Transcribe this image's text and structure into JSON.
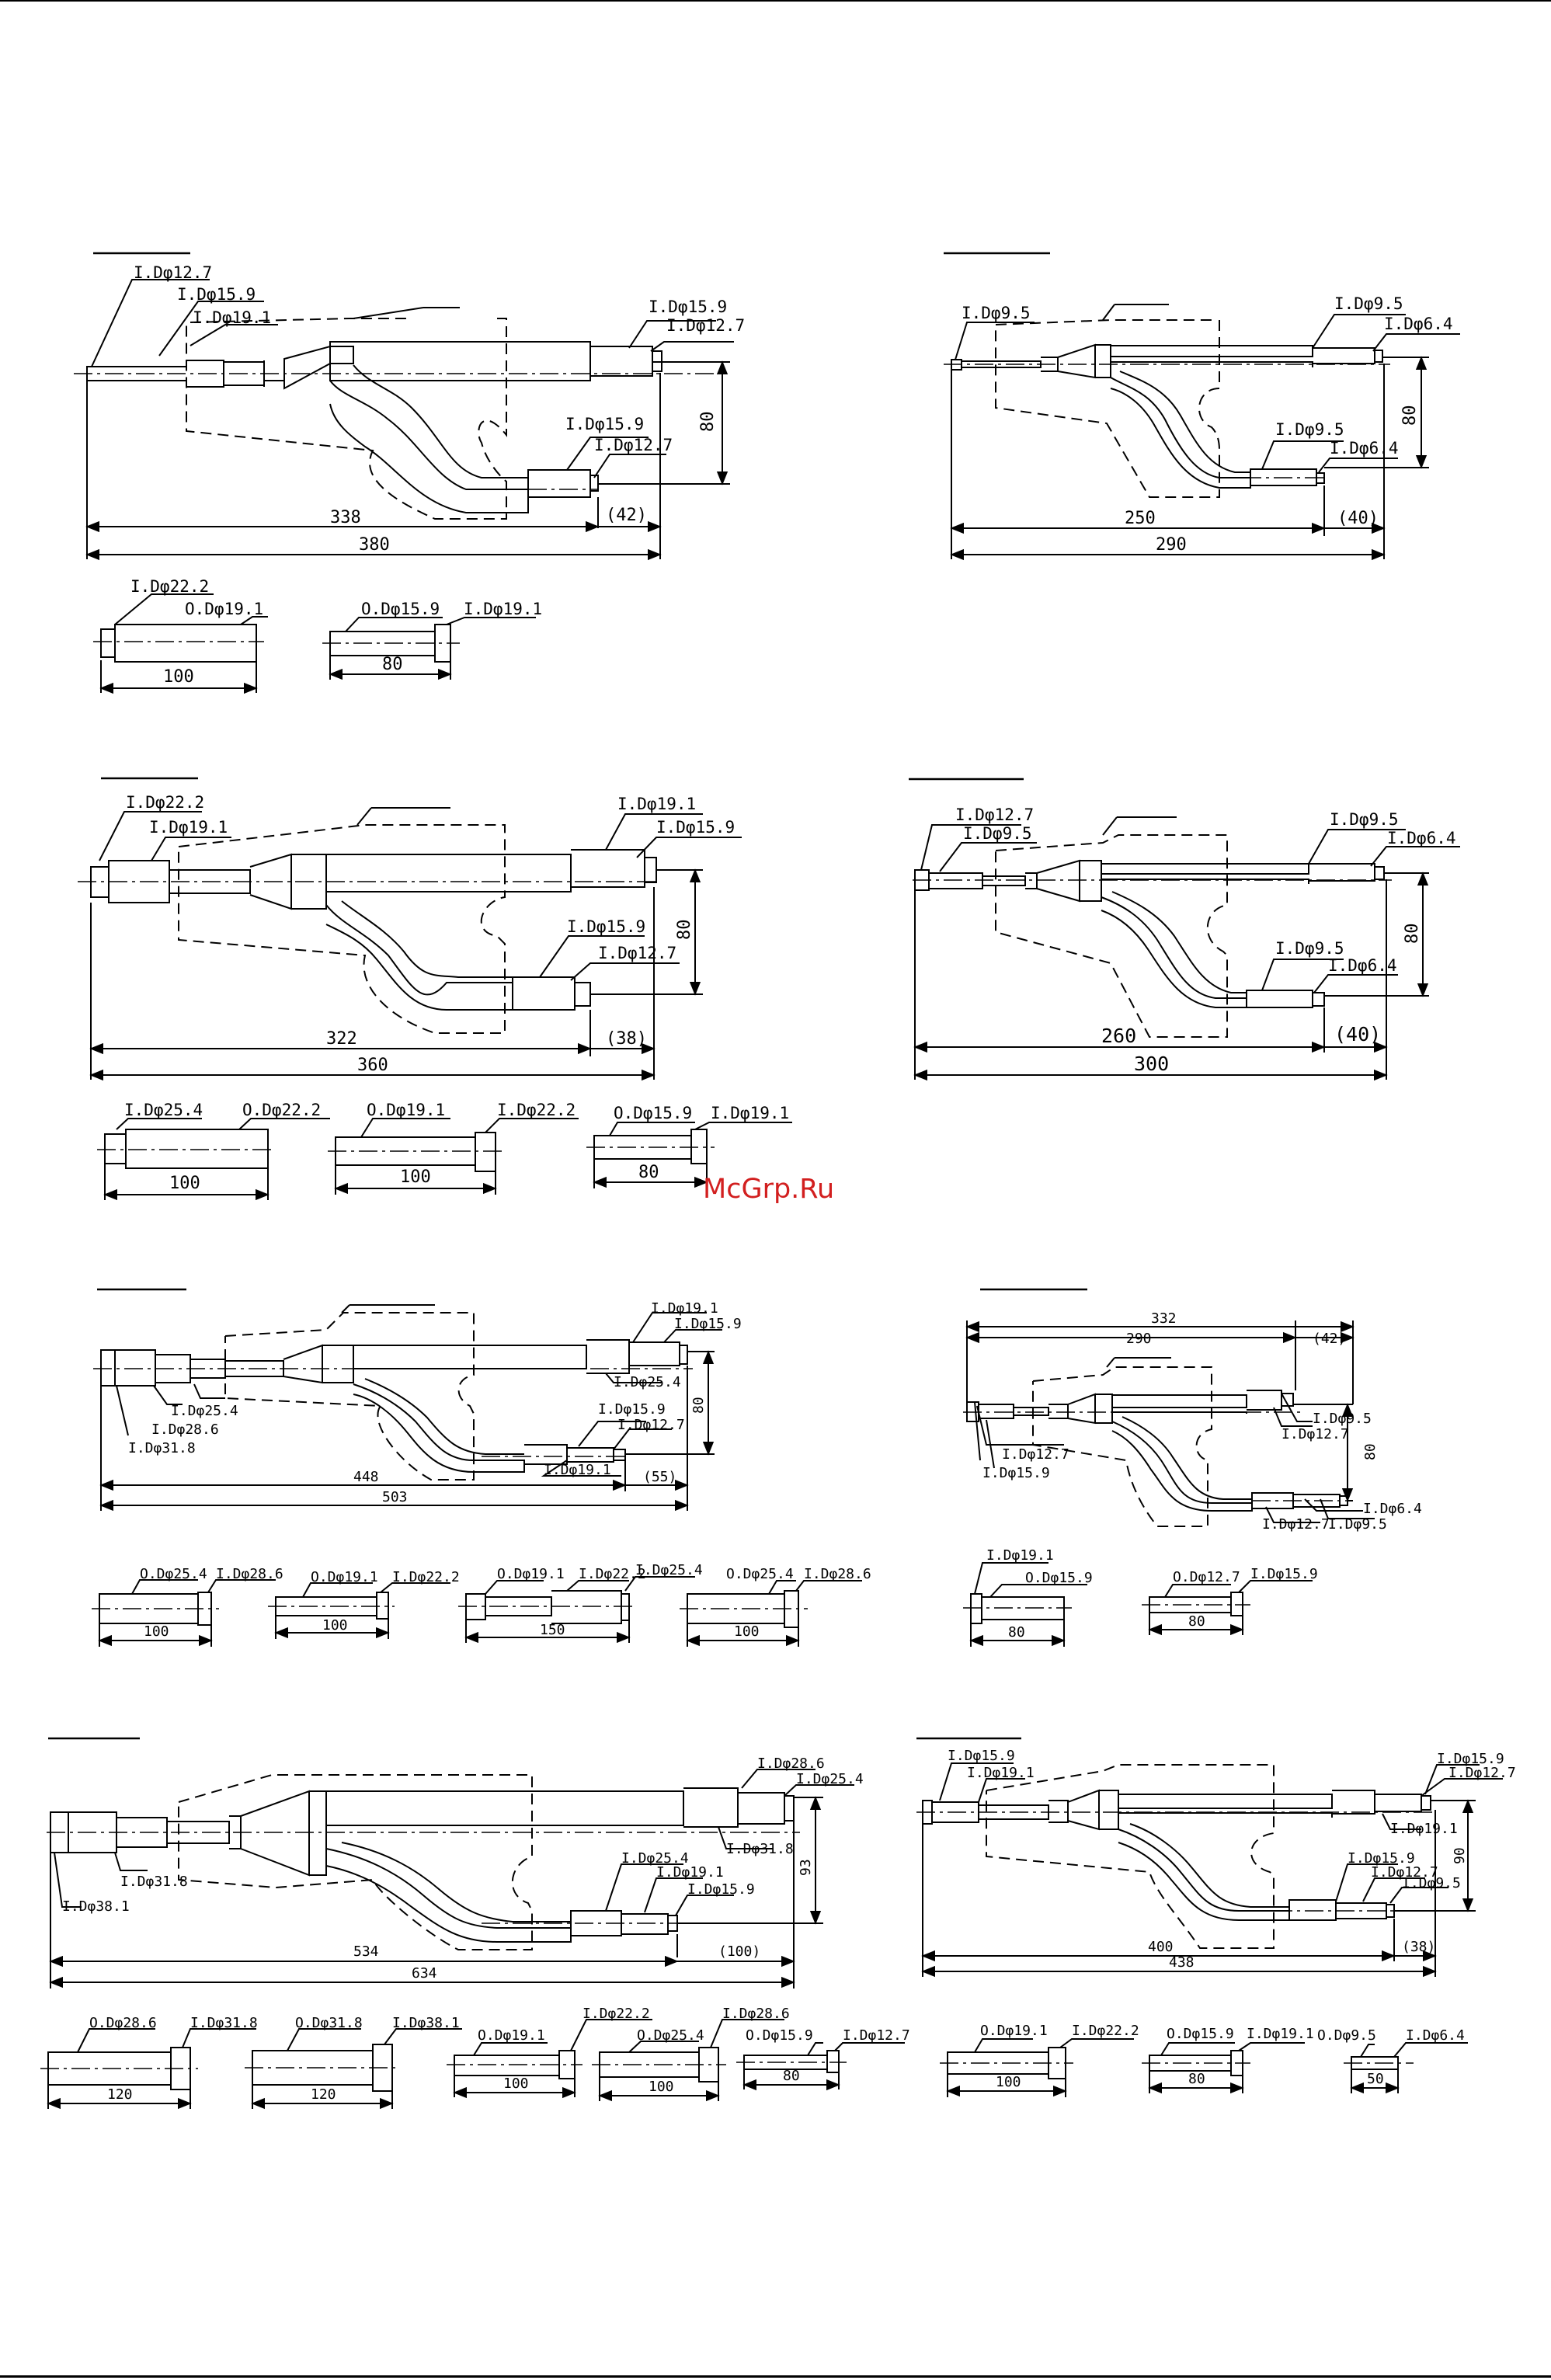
{
  "watermark": "McGrp.Ru",
  "kit1": {
    "labels": {
      "a": "I.Dφ12.7",
      "b": "I.Dφ15.9",
      "c": "I.Dφ19.1",
      "d": "I.Dφ15.9",
      "e": "I.Dφ12.7",
      "f": "I.Dφ15.9",
      "g": "I.Dφ12.7"
    },
    "dims": {
      "rise": "80",
      "inner": "338",
      "outer": "380",
      "tail": "(42)"
    },
    "parts": [
      {
        "l1": "I.Dφ22.2",
        "l2": "O.Dφ19.1",
        "len": "100"
      },
      {
        "l1": "O.Dφ15.9",
        "l2": "I.Dφ19.1",
        "len": "80"
      }
    ]
  },
  "kit2": {
    "labels": {
      "a": "I.Dφ9.5",
      "b": "I.Dφ9.5",
      "c": "I.Dφ6.4",
      "d": "I.Dφ9.5",
      "e": "I.Dφ6.4"
    },
    "dims": {
      "rise": "80",
      "inner": "250",
      "outer": "290",
      "tail": "(40)"
    }
  },
  "kit3": {
    "labels": {
      "a": "I.Dφ22.2",
      "b": "I.Dφ19.1",
      "c": "I.Dφ19.1",
      "d": "I.Dφ15.9",
      "e": "I.Dφ15.9",
      "f": "I.Dφ12.7"
    },
    "dims": {
      "rise": "80",
      "inner": "322",
      "outer": "360",
      "tail": "(38)"
    },
    "parts": [
      {
        "l1": "I.Dφ25.4",
        "l2": "O.Dφ22.2",
        "len": "100"
      },
      {
        "l1": "O.Dφ19.1",
        "l2": "I.Dφ22.2",
        "len": "100"
      },
      {
        "l1": "O.Dφ15.9",
        "l2": "I.Dφ19.1",
        "len": "80"
      }
    ]
  },
  "kit4": {
    "labels": {
      "a": "I.Dφ12.7",
      "b": "I.Dφ9.5",
      "c": "I.Dφ9.5",
      "d": "I.Dφ6.4",
      "e": "I.Dφ9.5",
      "f": "I.Dφ6.4"
    },
    "dims": {
      "rise": "80",
      "inner": "260",
      "outer": "300",
      "tail": "(40)"
    }
  },
  "kit5": {
    "labels": {
      "a": "I.Dφ19.1",
      "b": "I.Dφ15.9",
      "c": "I.Dφ25.4",
      "d": "I.Dφ25.4",
      "e": "I.Dφ28.6",
      "f": "I.Dφ31.8",
      "g": "I.Dφ15.9",
      "h": "I.Dφ12.7",
      "i": "I.Dφ19.1"
    },
    "dims": {
      "rise": "80",
      "inner": "448",
      "outer": "503",
      "tail": "(55)"
    },
    "parts": [
      {
        "l1": "O.Dφ25.4",
        "l2": "I.Dφ28.6",
        "len": "100"
      },
      {
        "l1": "O.Dφ19.1",
        "l2": "I.Dφ22.2",
        "len": "100"
      },
      {
        "l1": "O.Dφ19.1",
        "l2": "I.Dφ22.2",
        "l3": "I.Dφ25.4",
        "len": "150"
      },
      {
        "l1": "O.Dφ25.4",
        "l2": "I.Dφ28.6",
        "len": "100"
      }
    ]
  },
  "kit6": {
    "labels": {
      "a": "I.Dφ9.5",
      "b": "I.Dφ12.7",
      "c": "I.Dφ12.7",
      "d": "I.Dφ15.9",
      "e": "I.Dφ6.4",
      "f": "I.Dφ12.7",
      "g": "I.Dφ9.5"
    },
    "dims": {
      "rise": "80",
      "top": "332",
      "mid": "290",
      "tail": "(42)"
    },
    "parts": [
      {
        "l1": "I.Dφ19.1",
        "l2": "O.Dφ15.9",
        "len": "80"
      },
      {
        "l1": "O.Dφ12.7",
        "l2": "I.Dφ15.9",
        "len": "80"
      }
    ]
  },
  "kit7": {
    "labels": {
      "a": "I.Dφ28.6",
      "b": "I.Dφ25.4",
      "c": "I.Dφ31.8",
      "d": "I.Dφ31.8",
      "e": "I.Dφ38.1",
      "f": "I.Dφ25.4",
      "g": "I.Dφ19.1",
      "h": "I.Dφ15.9"
    },
    "dims": {
      "rise": "93",
      "inner": "534",
      "outer": "634",
      "tail": "(100)"
    },
    "parts": [
      {
        "l1": "O.Dφ28.6",
        "l2": "I.Dφ31.8",
        "len": "120"
      },
      {
        "l1": "O.Dφ31.8",
        "l2": "I.Dφ38.1",
        "len": "120"
      },
      {
        "l1": "O.Dφ19.1",
        "l2": "I.Dφ22.2",
        "len": "100"
      },
      {
        "l1": "O.Dφ25.4",
        "l2": "I.Dφ28.6",
        "len": "100"
      },
      {
        "l1": "O.Dφ15.9",
        "l2": "I.Dφ12.7",
        "len": "80"
      }
    ]
  },
  "kit8": {
    "labels": {
      "a": "I.Dφ15.9",
      "b": "I.Dφ19.1",
      "c": "I.Dφ15.9",
      "d": "I.Dφ12.7",
      "e": "I.Dφ19.1",
      "f": "I.Dφ15.9",
      "g": "I.Dφ12.7",
      "h": "I.Dφ9.5"
    },
    "dims": {
      "rise": "90",
      "inner": "400",
      "outer": "438",
      "tail": "(38)"
    },
    "parts": [
      {
        "l1": "O.Dφ19.1",
        "l2": "I.Dφ22.2",
        "len": "100"
      },
      {
        "l1": "O.Dφ15.9",
        "l2": "I.Dφ19.1",
        "len": "80"
      },
      {
        "l1": "O.Dφ9.5",
        "l2": "I.Dφ6.4",
        "len": "50"
      }
    ]
  }
}
